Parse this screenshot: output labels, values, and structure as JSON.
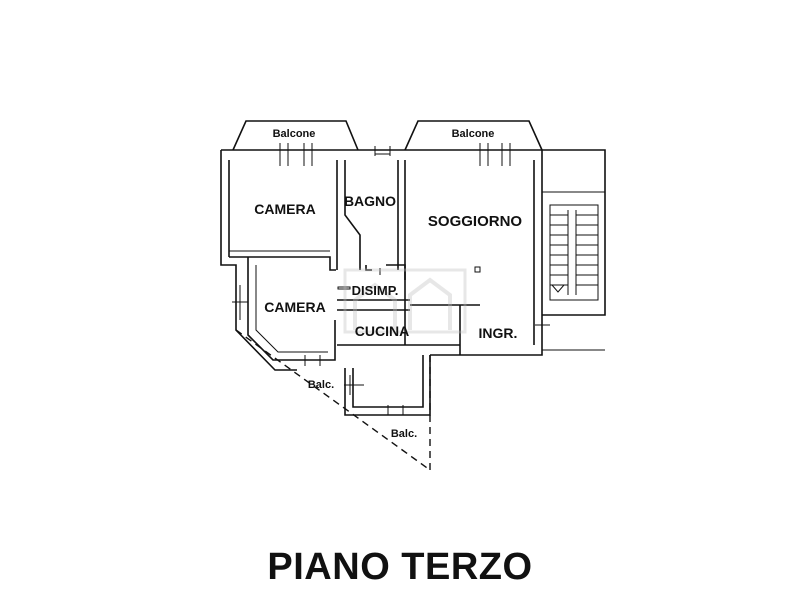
{
  "title": "PIANO TERZO",
  "rooms": {
    "camera_1": "CAMERA",
    "camera_2": "CAMERA",
    "bagno": "BAGNO",
    "soggiorno": "SOGGIORNO",
    "disimp": "DISIMP.",
    "cucina": "CUCINA",
    "ingr": "INGR."
  },
  "balconies": {
    "balcone_left": "Balcone",
    "balcone_right": "Balcone",
    "balc_small_1": "Balc.",
    "balc_small_2": "Balc."
  },
  "colors": {
    "line": "#111111",
    "watermark": "#d9d9d9"
  }
}
